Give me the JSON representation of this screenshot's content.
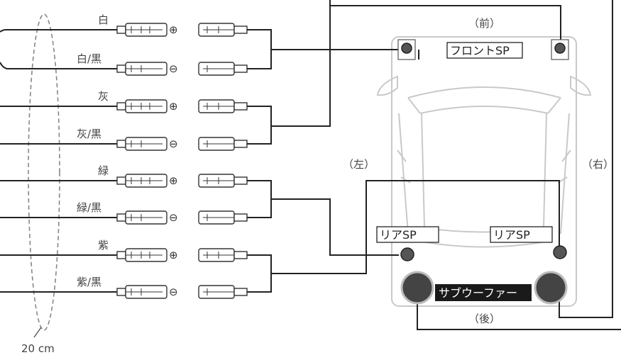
{
  "wires": [
    {
      "label": "白",
      "polarity": "⊕"
    },
    {
      "label": "白/黒",
      "polarity": "⊖"
    },
    {
      "label": "灰",
      "polarity": "⊕"
    },
    {
      "label": "灰/黒",
      "polarity": "⊖"
    },
    {
      "label": "緑",
      "polarity": "⊕"
    },
    {
      "label": "緑/黒",
      "polarity": "⊖"
    },
    {
      "label": "紫",
      "polarity": "⊕"
    },
    {
      "label": "紫/黒",
      "polarity": "⊖"
    }
  ],
  "length_note": "20 cm",
  "directions": {
    "front": "（前）",
    "rear": "（後）",
    "left": "（左）",
    "right": "（右）"
  },
  "speakers": {
    "front": "フロントSP",
    "rear_left": "リアSP",
    "rear_right": "リアSP",
    "subwoofer": "サブウーファー"
  }
}
